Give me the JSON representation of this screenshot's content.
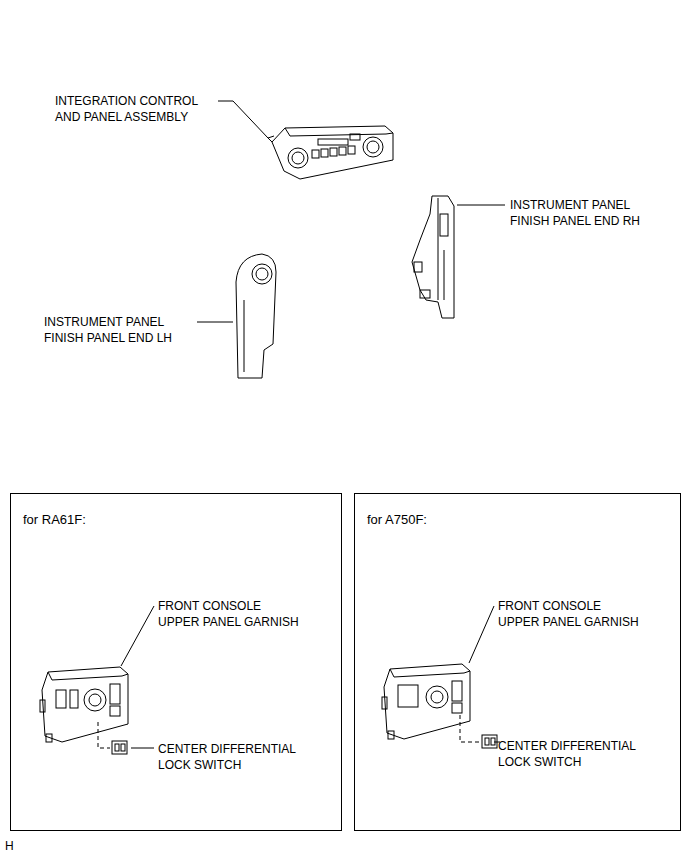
{
  "diagram": {
    "nodes": [
      {
        "text": [
          "for RA61F:"
        ]
      },
      {
        "text": [
          "for A750F:"
        ]
      }
    ],
    "labels": [
      "INTEGRATION CONTROL AND PANEL ASSEMBLY",
      "INSTRUMENT PANEL FINISH PANEL END RH",
      "INSTRUMENT PANEL FINISH PANEL END LH",
      "FRONT CONSOLE UPPER PANEL GARNISH",
      "CENTER DIFFERENTIAL LOCK SWITCH",
      "FRONT CONSOLE UPPER PANEL GARNISH",
      "CENTER DIFFERENTIAL LOCK SWITCH",
      "H"
    ]
  }
}
